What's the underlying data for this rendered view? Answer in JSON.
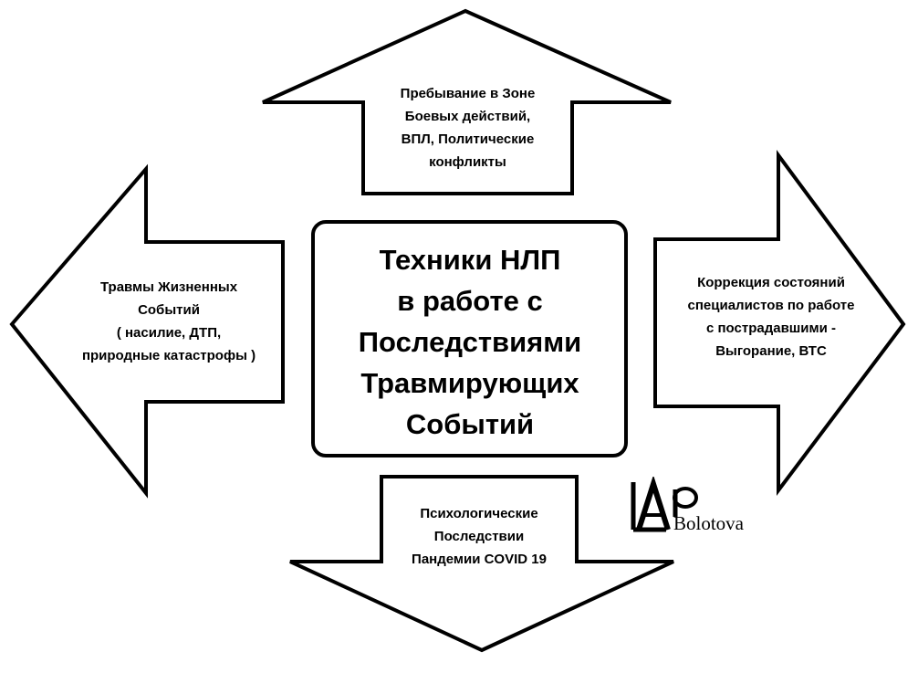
{
  "diagram": {
    "center": {
      "title": "Техники НЛП\n в работе с\nПоследствиями\nТравмирующих\nСобытий"
    },
    "arrows": {
      "top": {
        "direction": "up",
        "text": "Пребывание в Зоне\nБоевых действий,\nВПЛ, Политические\nконфликты"
      },
      "left": {
        "direction": "left",
        "text": "Травмы Жизненных\nСобытий\n( насилие, ДТП,\nприродные катастрофы )"
      },
      "right": {
        "direction": "right",
        "text": "Коррекция состояний\nспециалистов по работе\nс пострадавшими -\nВыгорание, ВТС"
      },
      "bottom": {
        "direction": "down",
        "text": "Психологические\nПоследствии\nПандемии COVID 19"
      }
    },
    "logo": {
      "text": "Bolotova"
    }
  }
}
